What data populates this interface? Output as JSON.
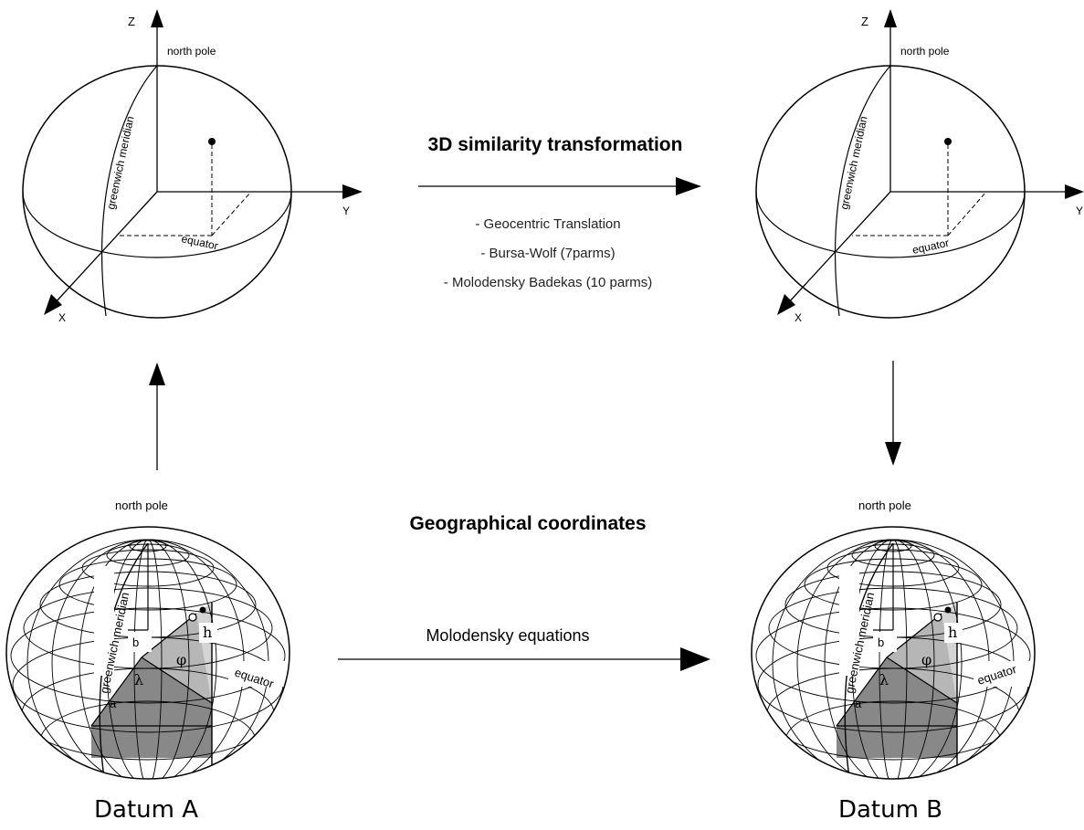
{
  "top_left": {
    "z": "Z",
    "y": "Y",
    "x": "X",
    "north_pole": "north pole",
    "meridian": "greenwich meridian",
    "equator": "equator"
  },
  "top_right": {
    "z": "Z",
    "y": "Y",
    "x": "X",
    "north_pole": "north pole",
    "meridian": "greenwich meridian",
    "equator": "equator"
  },
  "top_center": {
    "title": "3D similarity transformation",
    "methods": [
      "- Geocentric Translation",
      "- Bursa-Wolf (7parms)",
      "- Molodensky Badekas (10 parms)"
    ]
  },
  "middle_title": "Geographical coordinates",
  "bottom_arrow_label": "Molodensky equations",
  "bottom_left": {
    "north_pole": "north pole",
    "meridian": "greenwich meridian",
    "equator": "equator",
    "a": "a",
    "b": "b",
    "h": "h",
    "lambda": "λ",
    "phi": "φ",
    "datum": "Datum A"
  },
  "bottom_right": {
    "north_pole": "north pole",
    "meridian": "greenwich meridian",
    "equator": "equator",
    "a": "a",
    "b": "b",
    "h": "h",
    "lambda": "λ",
    "phi": "φ",
    "datum": "Datum B"
  }
}
